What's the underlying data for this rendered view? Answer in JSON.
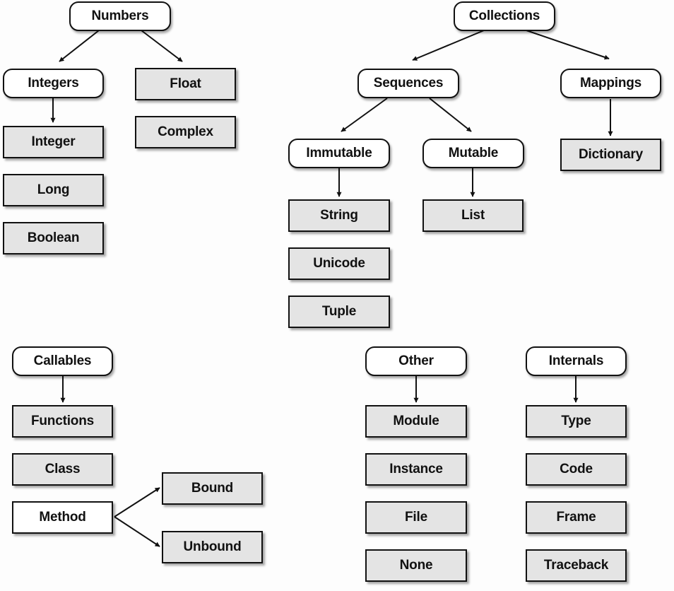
{
  "groups": {
    "numbers": {
      "title": "Numbers",
      "integers": {
        "title": "Integers",
        "items": [
          "Integer",
          "Long",
          "Boolean"
        ]
      },
      "float": "Float",
      "complex": "Complex"
    },
    "collections": {
      "title": "Collections",
      "sequences": {
        "title": "Sequences",
        "immutable": {
          "title": "Immutable",
          "items": [
            "String",
            "Unicode",
            "Tuple"
          ]
        },
        "mutable": {
          "title": "Mutable",
          "items": [
            "List"
          ]
        }
      },
      "mappings": {
        "title": "Mappings",
        "items": [
          "Dictionary"
        ]
      }
    },
    "callables": {
      "title": "Callables",
      "items": [
        "Functions",
        "Class"
      ],
      "method": {
        "title": "Method",
        "items": [
          "Bound",
          "Unbound"
        ]
      }
    },
    "other": {
      "title": "Other",
      "items": [
        "Module",
        "Instance",
        "File",
        "None"
      ]
    },
    "internals": {
      "title": "Internals",
      "items": [
        "Type",
        "Code",
        "Frame",
        "Traceback"
      ]
    }
  }
}
